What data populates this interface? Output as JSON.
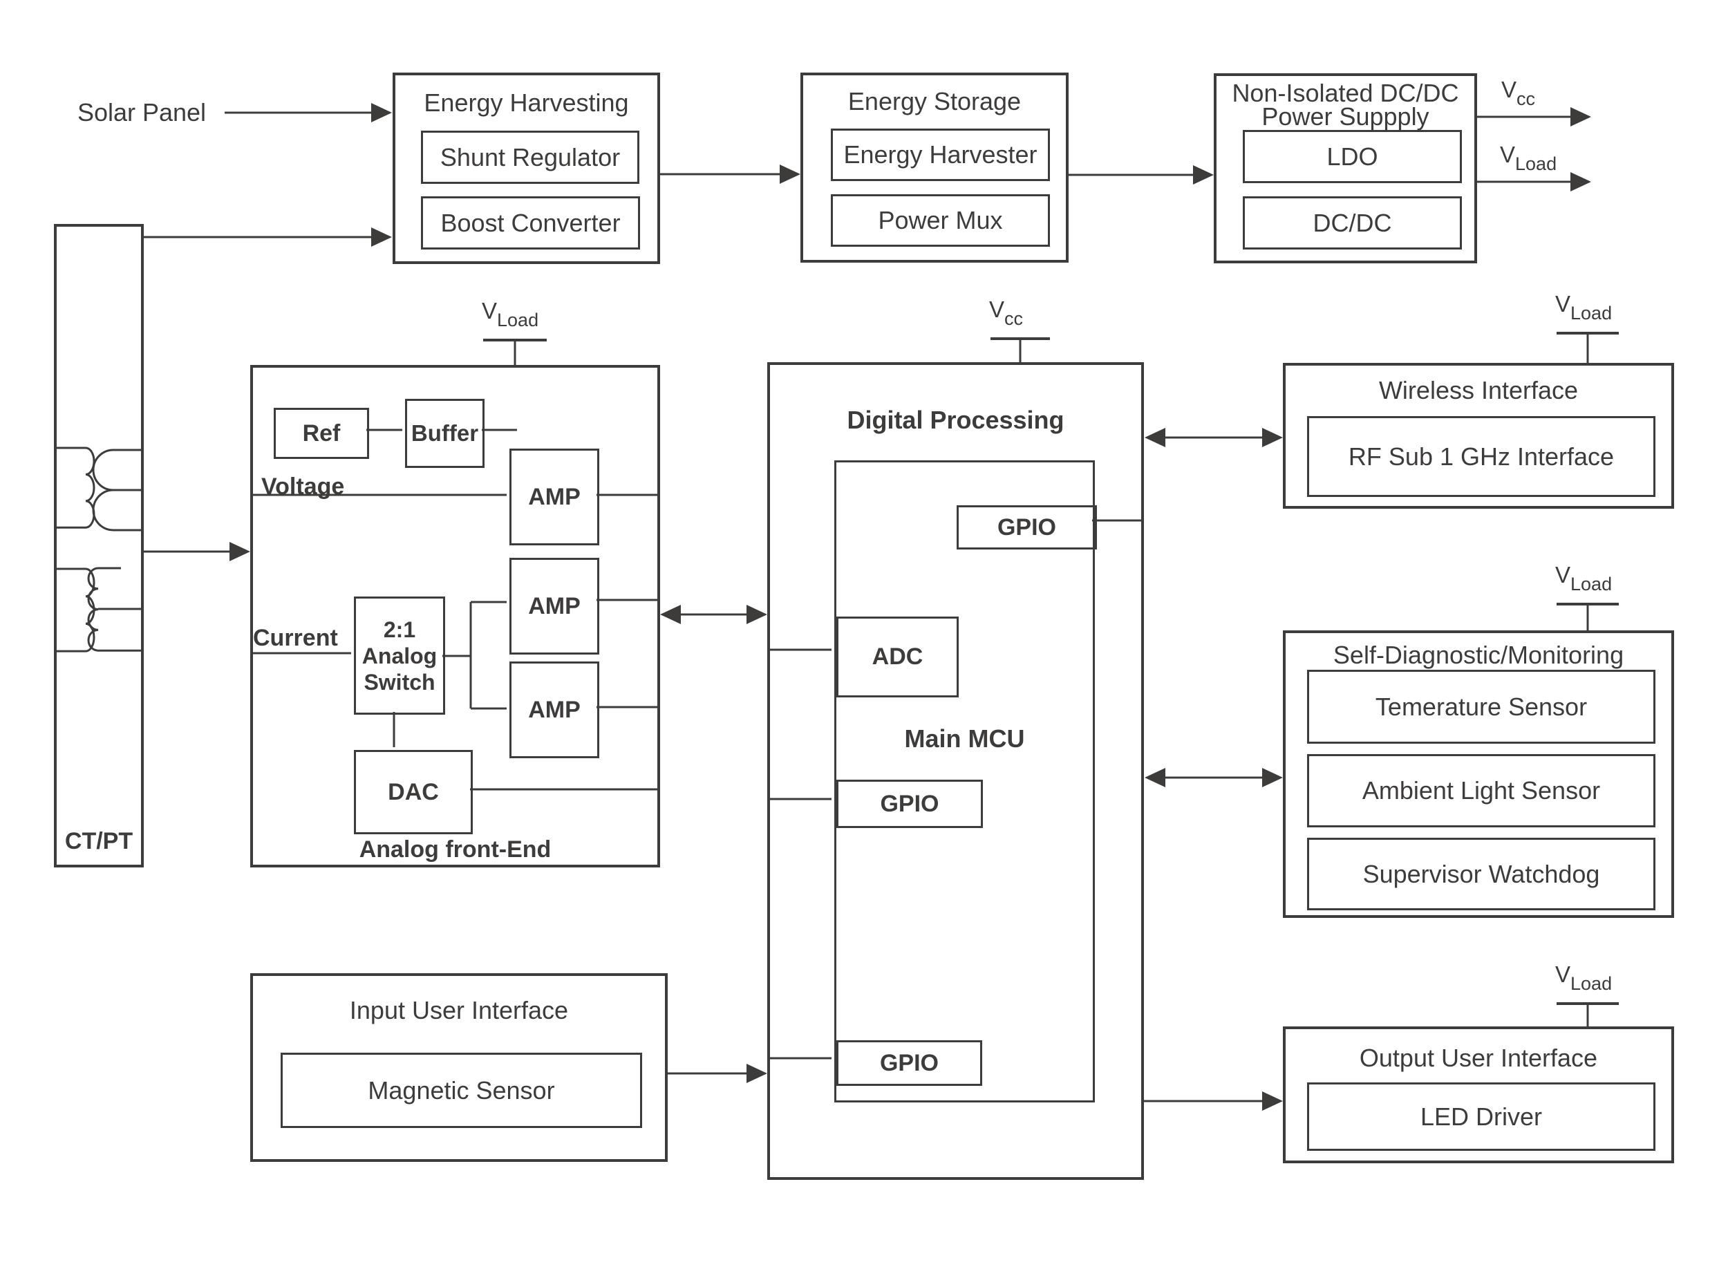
{
  "colors": {
    "ink": "#3e3c3b",
    "bg": "#ffffff"
  },
  "rails": {
    "vcc": {
      "base": "V",
      "sub": "cc"
    },
    "vload": {
      "base": "V",
      "sub": "Load"
    }
  },
  "labels": {
    "solar_panel": "Solar Panel"
  },
  "energy_harvesting": {
    "title": "Energy Harvesting",
    "shunt": "Shunt Regulator",
    "boost": "Boost Converter"
  },
  "energy_storage": {
    "title": "Energy Storage",
    "harvester": "Energy Harvester",
    "mux": "Power Mux"
  },
  "power_supply": {
    "title_line1": "Non-Isolated DC/DC",
    "title_line2": "Power Suppply",
    "ldo": "LDO",
    "dcdc": "DC/DC"
  },
  "ct_pt": {
    "label": "CT/PT"
  },
  "analog_front_end": {
    "title": "Analog front-End",
    "ref": "Ref",
    "buffer": "Buffer",
    "voltage": "Voltage",
    "current": "Current",
    "analog_switch": "2:1\nAnalog\nSwitch",
    "amp": "AMP",
    "dac": "DAC"
  },
  "digital_processing": {
    "title": "Digital Processing",
    "mcu": "Main MCU",
    "adc": "ADC",
    "gpio": "GPIO"
  },
  "wireless_interface": {
    "title": "Wireless Interface",
    "rf": "RF Sub 1 GHz Interface"
  },
  "self_diagnostic": {
    "title": "Self-Diagnostic/Monitoring",
    "temperature": "Temerature Sensor",
    "ambient_light": "Ambient Light Sensor",
    "watchdog": "Supervisor Watchdog"
  },
  "input_user_interface": {
    "title": "Input User Interface",
    "magnetic": "Magnetic Sensor"
  },
  "output_user_interface": {
    "title": "Output User Interface",
    "led": "LED Driver"
  }
}
